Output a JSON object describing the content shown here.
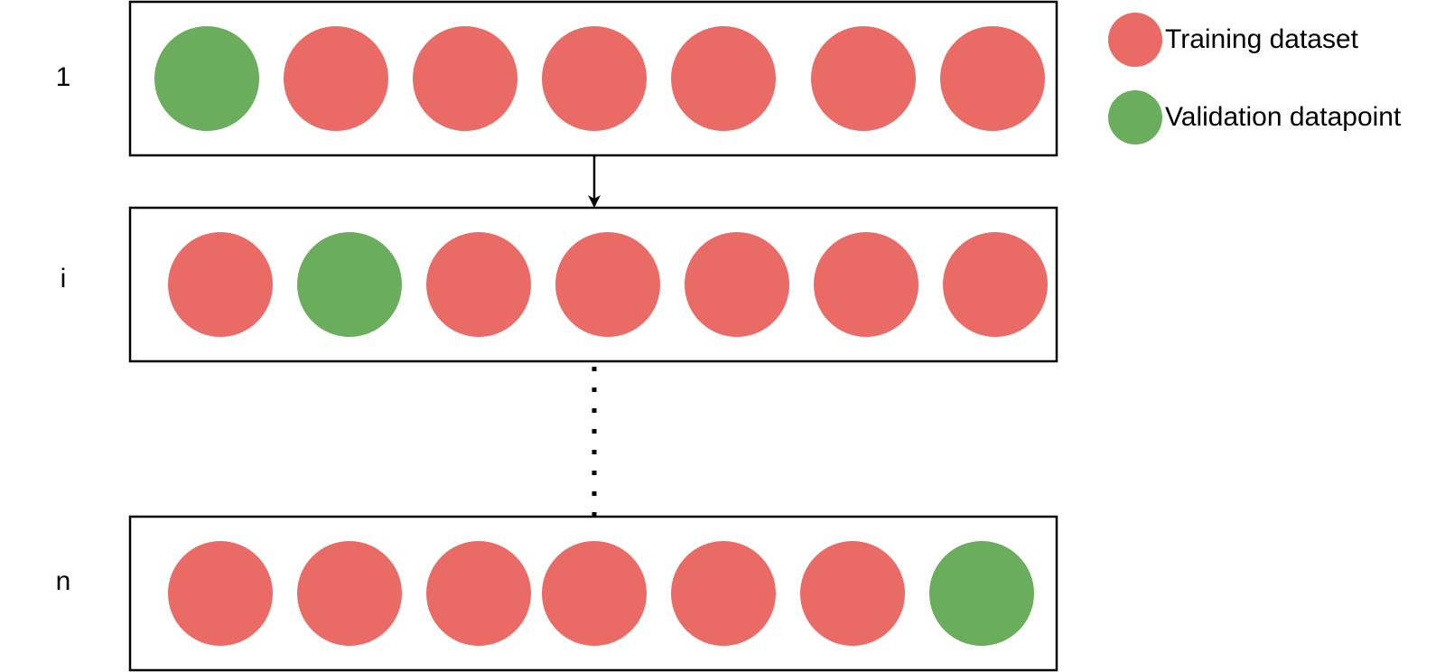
{
  "colors": {
    "training": "#ea6b66",
    "validation": "#6aad5c",
    "box_stroke": "#000000"
  },
  "legend": {
    "training_label": "Training dataset",
    "validation_label": "Validation datapoint"
  },
  "folds": [
    {
      "label": "1",
      "points": [
        "validation",
        "training",
        "training",
        "training",
        "training",
        "training",
        "training"
      ]
    },
    {
      "label": "i",
      "points": [
        "training",
        "validation",
        "training",
        "training",
        "training",
        "training",
        "training"
      ]
    },
    {
      "label": "n",
      "points": [
        "training",
        "training",
        "training",
        "training",
        "training",
        "training",
        "validation"
      ]
    }
  ]
}
